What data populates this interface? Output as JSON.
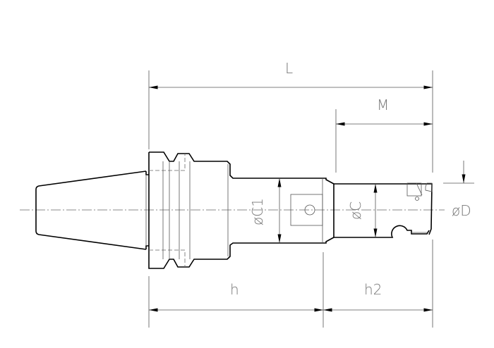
{
  "labels": {
    "L": "L",
    "M": "M",
    "h": "h",
    "h2": "h2",
    "C1": "øC1",
    "C": "øC",
    "D": "øD"
  }
}
